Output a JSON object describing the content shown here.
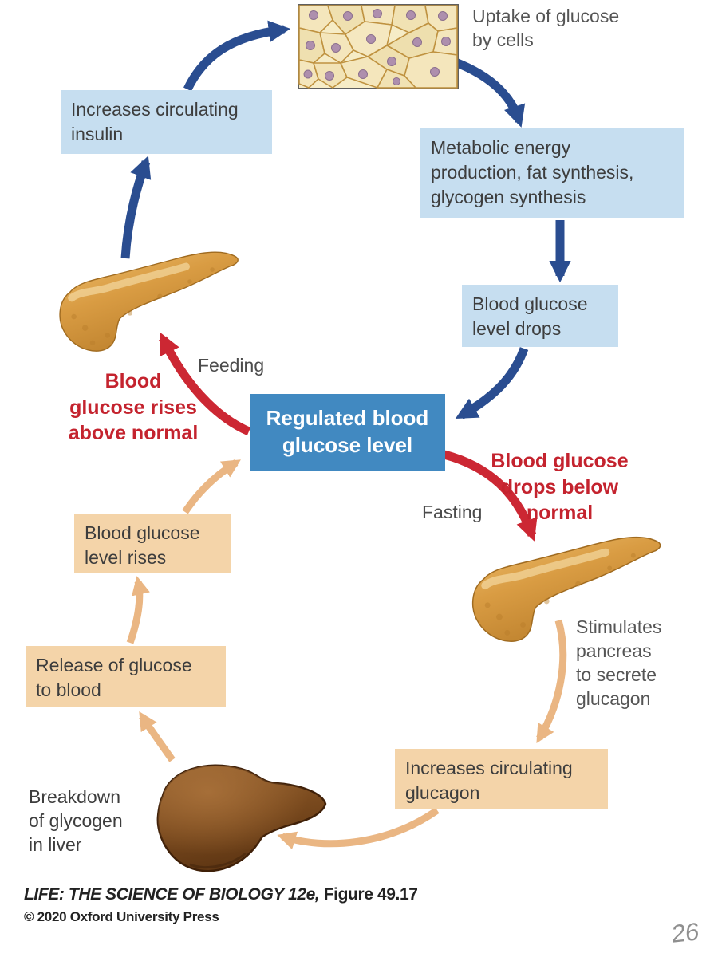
{
  "diagram": {
    "uptake_label": "Uptake of glucose\nby cells",
    "insulin_box": "Increases circulating\ninsulin",
    "metabolic_box": "Metabolic energy\nproduction, fat synthesis,\nglycogen synthesis",
    "glucose_drops_box": "Blood glucose\nlevel drops",
    "regulated_box": "Regulated blood\nglucose level",
    "feeding_label": "Feeding",
    "fasting_label": "Fasting",
    "rises_above_label": "Blood\nglucose rises\nabove normal",
    "drops_below_label": "Blood glucose\ndrops below\nnormal",
    "glucose_rises_box": "Blood glucose\nlevel rises",
    "release_box": "Release of glucose\nto blood",
    "stimulates_label": "Stimulates\npancreas\nto secrete\nglucagon",
    "glucagon_box": "Increases circulating\nglucagon",
    "breakdown_label": "Breakdown\nof glycogen\nin liver"
  },
  "footer": {
    "citation": "LIFE: THE SCIENCE OF BIOLOGY 12e,",
    "figure": " Figure 49.17",
    "copyright": "© 2020 Oxford University Press"
  },
  "page_number": "26",
  "colors": {
    "light_blue_box": "#c6def0",
    "regulated_blue_box": "#4189c1",
    "dark_blue_arrow": "#2a4d90",
    "red_accent": "#c4232e",
    "tan_box": "#f4d4a9",
    "tan_arrow": "#eab683",
    "text_dark": "#3d3d3d"
  }
}
